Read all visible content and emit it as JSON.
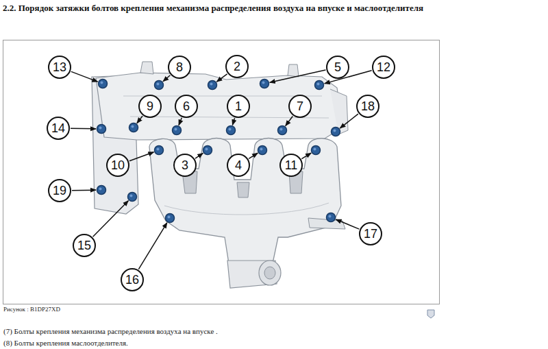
{
  "diagram": {
    "title": "2.2. Порядок затяжки болтов крепления механизма распределения воздуха на впуске и маслоотделителя",
    "caption": "Рисунок : B1DP27XD",
    "nodes": [
      {
        "text": [
          "13"
        ]
      },
      {
        "text": [
          "8"
        ]
      },
      {
        "text": [
          "2"
        ]
      },
      {
        "text": [
          "5"
        ]
      },
      {
        "text": [
          "12"
        ]
      },
      {
        "text": [
          "9"
        ]
      },
      {
        "text": [
          "6"
        ]
      },
      {
        "text": [
          "1"
        ]
      },
      {
        "text": [
          "7"
        ]
      },
      {
        "text": [
          "18"
        ]
      },
      {
        "text": [
          "14"
        ]
      },
      {
        "text": [
          "10"
        ]
      },
      {
        "text": [
          "3"
        ]
      },
      {
        "text": [
          "4"
        ]
      },
      {
        "text": [
          "11"
        ]
      },
      {
        "text": [
          "19"
        ]
      },
      {
        "text": [
          "15"
        ]
      },
      {
        "text": [
          "17"
        ]
      },
      {
        "text": [
          "16"
        ]
      }
    ],
    "labels": [
      "(7) Болты крепления механизма распределения воздуха на впуске .",
      "(8) Болты крепления маслоотделителя."
    ]
  }
}
